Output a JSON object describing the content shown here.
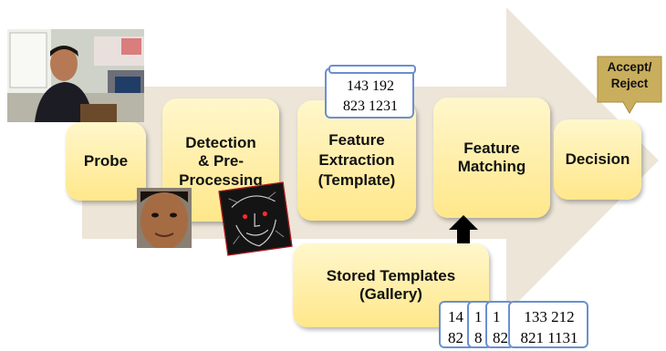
{
  "stages": {
    "probe": "Probe",
    "detection": "Detection\n& Pre-\nProcessing",
    "feature_extraction": "Feature\nExtraction\n(Template)",
    "feature_matching": "Feature\nMatching",
    "decision": "Decision"
  },
  "outcome": "Accept/\nReject",
  "template_values": {
    "line1": "143 192",
    "line2": "823 1231"
  },
  "gallery": {
    "label": "Stored Templates\n(Gallery)",
    "stack_partials": [
      {
        "line1": "14",
        "line2": "82"
      },
      {
        "line1": "1",
        "line2": "8"
      },
      {
        "line1": "1",
        "line2": "82"
      }
    ],
    "front_line1": "133 212",
    "front_line2": "821 1131"
  },
  "colors": {
    "arrow": "#ece5d8",
    "box_light": "#fff7cc",
    "box_dark": "#ffe78a",
    "badge": "#c9ae5d",
    "scroll_border": "#6a8fd0",
    "detect_frame": "#b01c1c"
  },
  "icons": {
    "person_photo": "person-photo",
    "face_crop": "face-crop",
    "feature_map": "face-feature-map",
    "up_arrow": "up-arrow"
  }
}
